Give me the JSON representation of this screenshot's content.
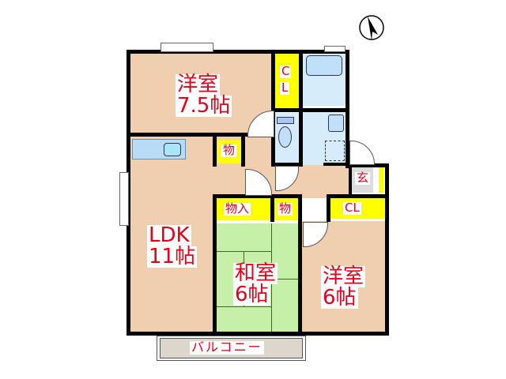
{
  "floorplan": {
    "compass": {
      "icon": "north-arrow-icon"
    },
    "rooms": {
      "western_room_1": {
        "name": "洋室",
        "size": "7.5帖"
      },
      "ldk": {
        "name": "LDK",
        "size": "11帖"
      },
      "japanese_room": {
        "name": "和室",
        "size": "6帖"
      },
      "western_room_2": {
        "name": "洋室",
        "size": "6帖"
      },
      "closet_1": {
        "line1": "C",
        "line2": "L"
      },
      "closet_2": {
        "label": "CL"
      },
      "storage_1": {
        "label": "物"
      },
      "storage_2": {
        "label": "物"
      },
      "storage_closet": {
        "label": "物入"
      },
      "entrance": {
        "label": "玄"
      },
      "balcony": {
        "label": "バルコニー"
      }
    },
    "colors": {
      "wood_floor": "#f0cfb0",
      "tatami": "#c6f0a8",
      "closet": "#ffff00",
      "wet_area": "#d6ecfa",
      "label_text": "#e0001a",
      "wall": "#000000"
    }
  }
}
